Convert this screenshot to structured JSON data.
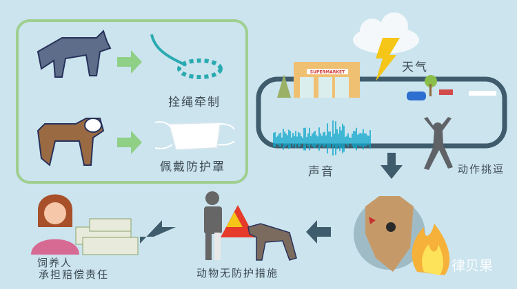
{
  "prevention": {
    "leash_label": "拴绳牵制",
    "muzzle_label": "佩戴防护罩"
  },
  "triggers": {
    "weather_label": "天气",
    "sound_label": "声音",
    "provocation_label": "动作挑逗",
    "store_sign": "SUPERMARKET"
  },
  "consequence": {
    "no_protection_label": "动物无防护措施",
    "owner_line1": "饲养人",
    "owner_line2": "承担赔偿责任"
  },
  "watermark": "律贝果",
  "colors": {
    "background": "#cbe4ee",
    "frame_green": "#9fcf8f",
    "loop": "#3f5c6c",
    "arrow_green": "#8fcf86",
    "arrow_dark": "#3f5c6c"
  }
}
